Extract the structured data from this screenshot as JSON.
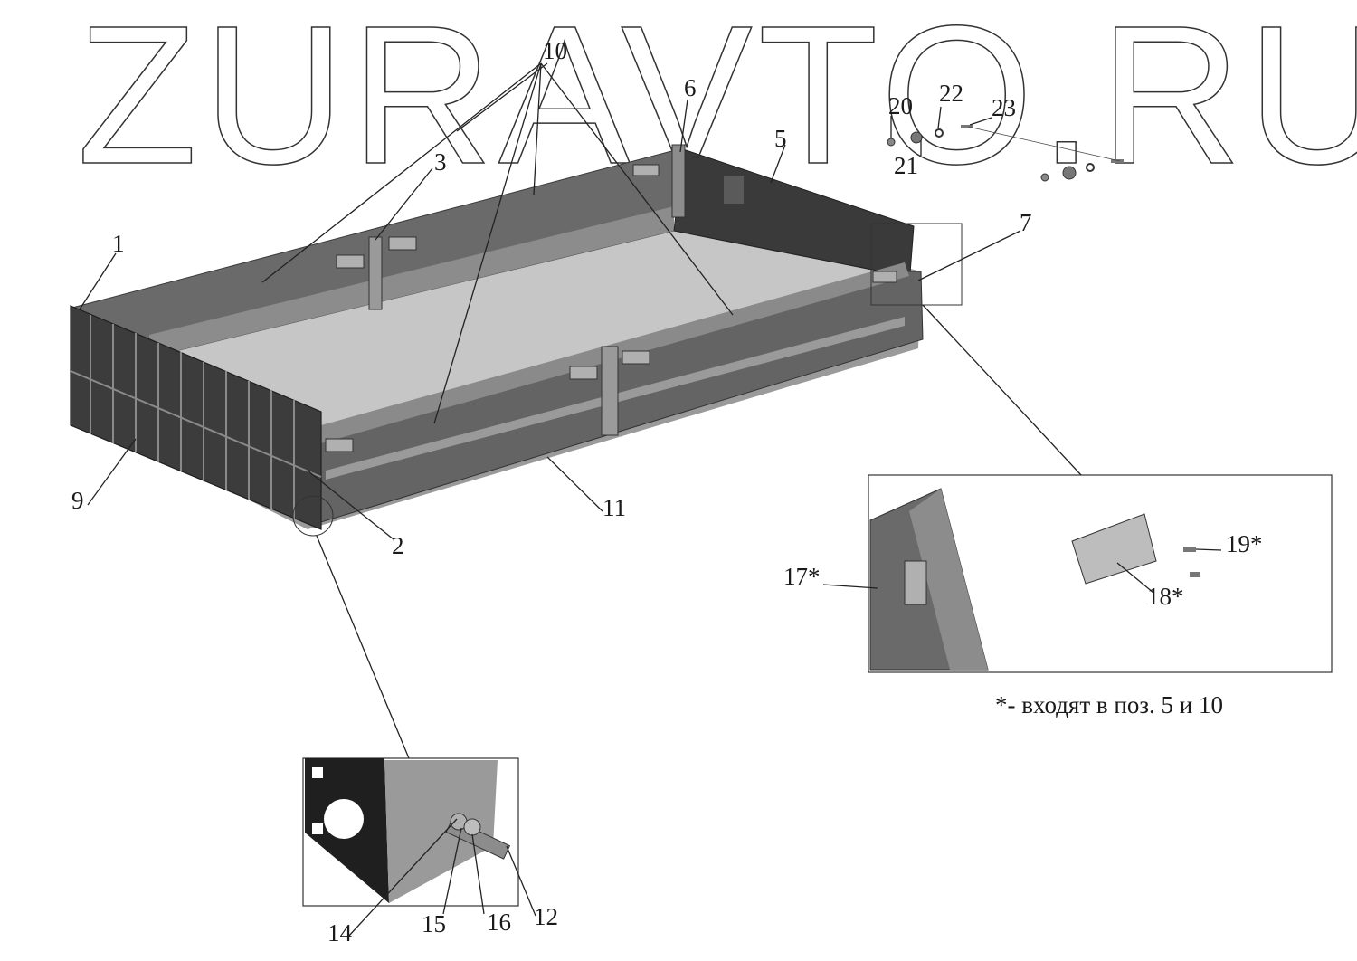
{
  "watermark": "ZURAVTO.RU",
  "note": "*- входят в поз. 5 и 10",
  "callouts": {
    "p1": "1",
    "p2": "2",
    "p3": "3",
    "p5": "5",
    "p6": "6",
    "p7": "7",
    "p9": "9",
    "p10": "10",
    "p11": "11",
    "p12": "12",
    "p14": "14",
    "p15": "15",
    "p16": "16",
    "p17": "17*",
    "p18": "18*",
    "p19": "19*",
    "p20": "20",
    "p21": "21",
    "p22": "22",
    "p23": "23"
  },
  "colors": {
    "panel_dark": "#3f3f3f",
    "panel_mid": "#626262",
    "floor": "#c6c6c6",
    "metal_light": "#8c8c8c"
  }
}
